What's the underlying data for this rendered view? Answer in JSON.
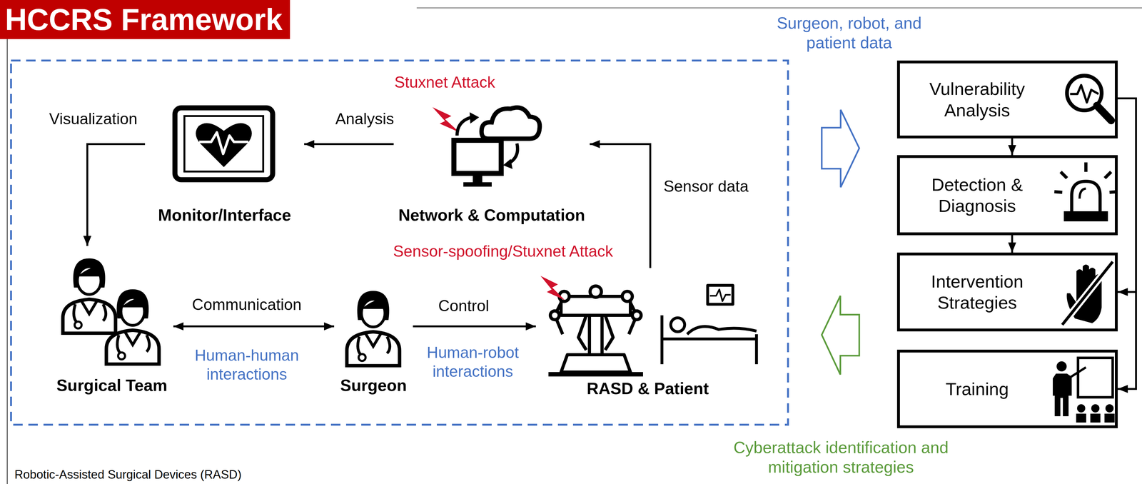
{
  "diagram": {
    "title": "HCCRS Framework",
    "nodes": [
      {
        "text": [
          "Monitor/Interface"
        ]
      },
      {
        "text": [
          "Network & Computation"
        ]
      },
      {
        "text": [
          "Surgical Team"
        ]
      },
      {
        "text": [
          "Surgeon"
        ]
      },
      {
        "text": [
          "RASD & Patient"
        ]
      },
      {
        "text": [
          "Vulnerability Analysis"
        ]
      },
      {
        "text": [
          "Detection & Diagnosis"
        ]
      },
      {
        "text": [
          "Intervention Strategies"
        ]
      },
      {
        "text": [
          "Training"
        ]
      }
    ],
    "edges": [
      {
        "from": 1,
        "to": 0,
        "label": "Analysis",
        "arrow": "to"
      },
      {
        "from": 0,
        "to": 2,
        "label": "Visualization",
        "arrow": "to"
      },
      {
        "from": 4,
        "to": 1,
        "label": "Sensor data",
        "arrow": "to"
      },
      {
        "from": 2,
        "to": 3,
        "label": "Communication",
        "arrow": "both"
      },
      {
        "from": 3,
        "to": 4,
        "label": "Control",
        "arrow": "to"
      },
      {
        "from": 5,
        "to": 6,
        "arrow": "to"
      },
      {
        "from": 6,
        "to": 7,
        "arrow": "to"
      },
      {
        "from": 5,
        "to": 7,
        "arrow": "to"
      },
      {
        "from": 5,
        "to": 8,
        "arrow": "to"
      }
    ],
    "labels": [
      "Stuxnet Attack",
      "Sensor-spoofing/Stuxnet Attack",
      "Human-human interactions",
      "Human-robot interactions",
      "Surgeon, robot, and patient data",
      "Cyberattack identification and mitigation strategies",
      "Robotic-Assisted Surgical Devices (RASD)"
    ]
  }
}
